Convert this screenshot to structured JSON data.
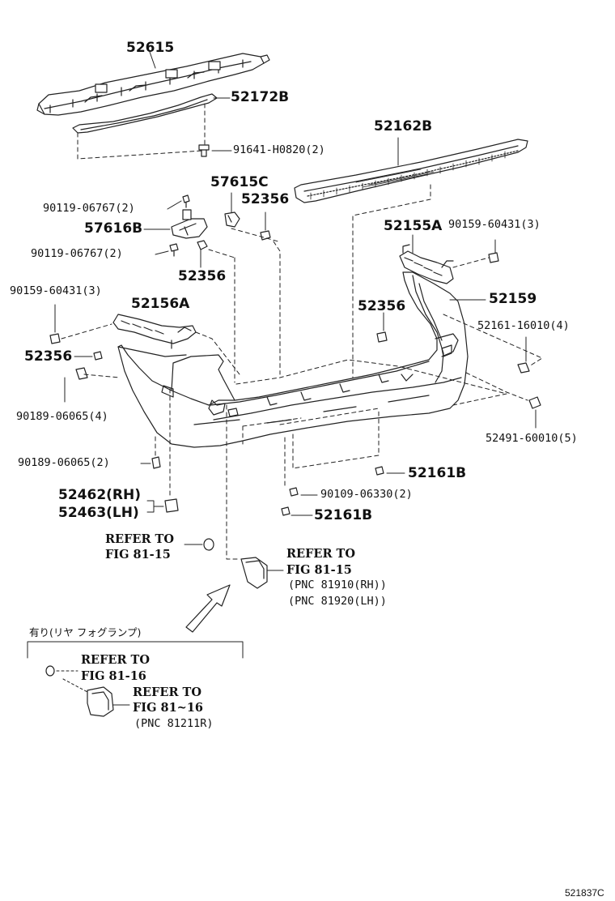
{
  "labels": {
    "l52615": "52615",
    "l52172B": "52172B",
    "l91641": "91641-H0820(2)",
    "l52162B": "52162B",
    "l57615C": "57615C",
    "l52356a": "52356",
    "l90119a": "90119-06767(2)",
    "l57616B": "57616B",
    "l90119b": "90119-06767(2)",
    "l52356b": "52356",
    "l52155A": "52155A",
    "l90159a": "90159-60431(3)",
    "l90159b": "90159-60431(3)",
    "l52156A": "52156A",
    "l52159": "52159",
    "l52356c": "52356",
    "l52161": "52161-16010(4)",
    "l52356d": "52356",
    "l90189a": "90189-06065(4)",
    "l52491": "52491-60010(5)",
    "l90189b": "90189-06065(2)",
    "l52161Ba": "52161B",
    "l90109": "90109-06330(2)",
    "l52462": "52462(RH)",
    "l52463": "52463(LH)",
    "l52161Bb": "52161B"
  },
  "refs": {
    "refer1_a": "REFER TO",
    "refer1_b": "FIG 81-15",
    "refer2_a": "REFER TO",
    "refer2_b": "FIG 81-15",
    "pnc1": "(PNC 81910(RH))",
    "pnc2": "(PNC 81920(LH))",
    "option_note": "有り(リヤ フォグランプ)",
    "refer3_a": "REFER TO",
    "refer3_b": "FIG 81-16",
    "refer4_a": "REFER TO",
    "refer4_b": "FIG 81~16",
    "pnc3": "(PNC 81211R)"
  },
  "diagram_code": "521837C"
}
